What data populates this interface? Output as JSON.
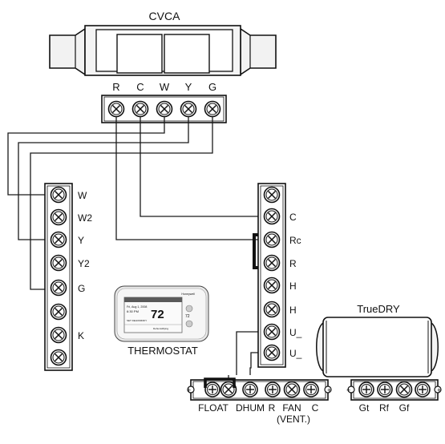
{
  "cvca": {
    "title": "CVCA",
    "terminals": [
      "R",
      "C",
      "W",
      "Y",
      "G"
    ]
  },
  "left_block": {
    "labels": [
      "W",
      "W2",
      "Y",
      "Y2",
      "G",
      "",
      "K",
      ""
    ]
  },
  "right_block": {
    "labels": [
      "",
      "C",
      "Rc",
      "R",
      "H",
      "H",
      "U_",
      "U_"
    ]
  },
  "thermostat": {
    "label": "THERMOSTAT",
    "brand": "Honeywell",
    "date_line": "Fri, Aug 1, 2008",
    "time_line": "6:30 PM",
    "temp_big": "72",
    "temp_small": "72",
    "mode_line": "SET DEHUMIDIFY",
    "status_line": "Dehumidifying"
  },
  "truedry": {
    "title": "TrueDRY"
  },
  "bottom_left_strip": {
    "labels": [
      "FLOAT",
      "DHUM",
      "R",
      "FAN",
      "C"
    ],
    "fan_sub": "(VENT.)"
  },
  "bottom_right_strip": {
    "labels": [
      "Gt",
      "Rf",
      "Gf"
    ]
  },
  "colors": {
    "line": "#1a1a1a",
    "fill_light": "#e6e6e6",
    "fill_white": "#ffffff"
  }
}
